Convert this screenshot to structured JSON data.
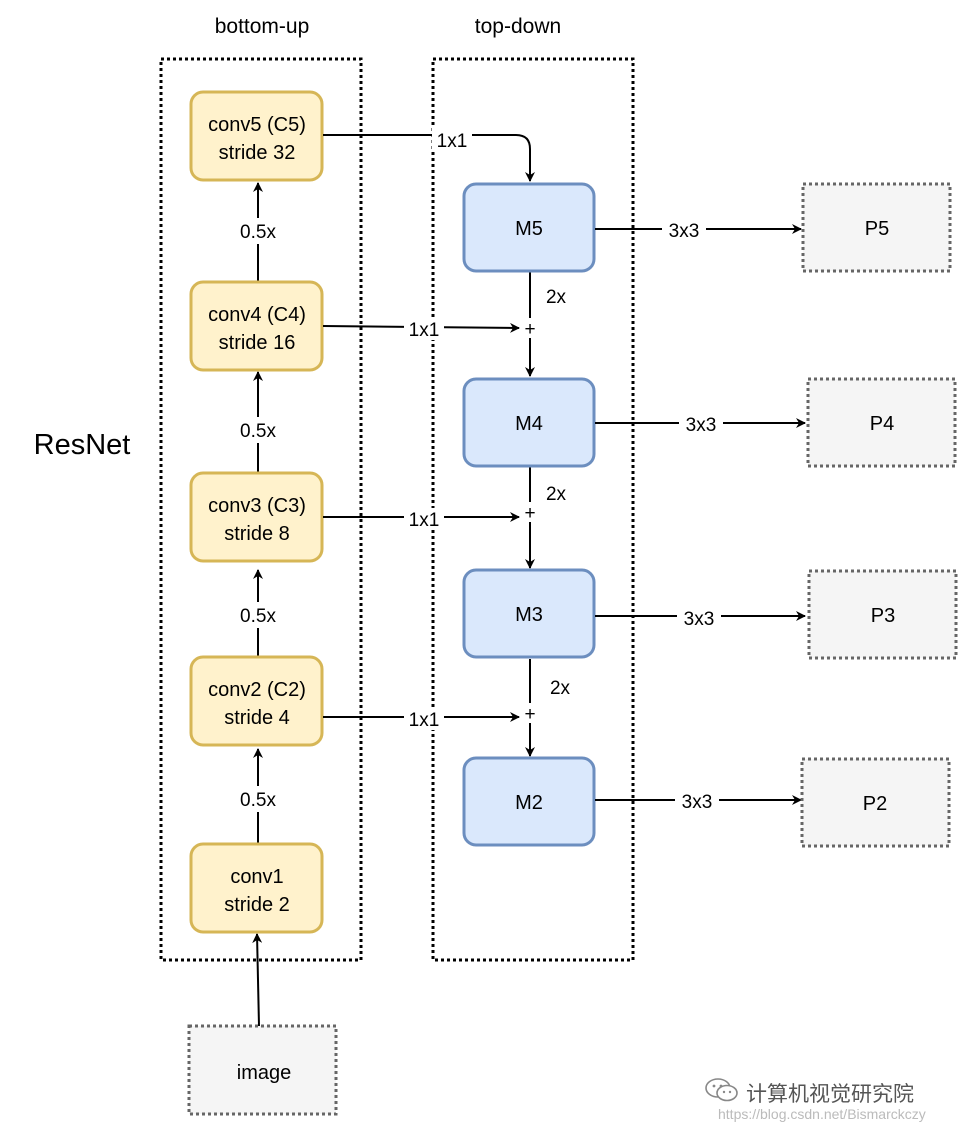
{
  "columns": {
    "left_title": "bottom-up",
    "right_title": "top-down"
  },
  "side_label": "ResNet",
  "backbone": [
    {
      "line1": "conv5 (C5)",
      "line2": "stride 32"
    },
    {
      "line1": "conv4 (C4)",
      "line2": "stride 16"
    },
    {
      "line1": "conv3 (C3)",
      "line2": "stride 8"
    },
    {
      "line1": "conv2 (C2)",
      "line2": "stride 4"
    },
    {
      "line1": "conv1",
      "line2": "stride 2"
    }
  ],
  "downsample_label": "0.5x",
  "merged": [
    "M5",
    "M4",
    "M3",
    "M2"
  ],
  "outputs": [
    "P5",
    "P4",
    "P3",
    "P2"
  ],
  "input": "image",
  "lateral_label": "1x1",
  "upsample_label": "2x",
  "output_conv_label": "3x3",
  "plus_symbol": "+",
  "watermark": {
    "title": "计算机视觉研究院",
    "url": "https://blog.csdn.net/Bismarckczy"
  },
  "colors": {
    "backbone_fill": "#FFF2CC",
    "backbone_stroke": "#D6B656",
    "merged_fill": "#DAE8FC",
    "merged_stroke": "#6C8EBF",
    "output_fill": "#F5F5F5",
    "output_stroke": "#666666"
  }
}
